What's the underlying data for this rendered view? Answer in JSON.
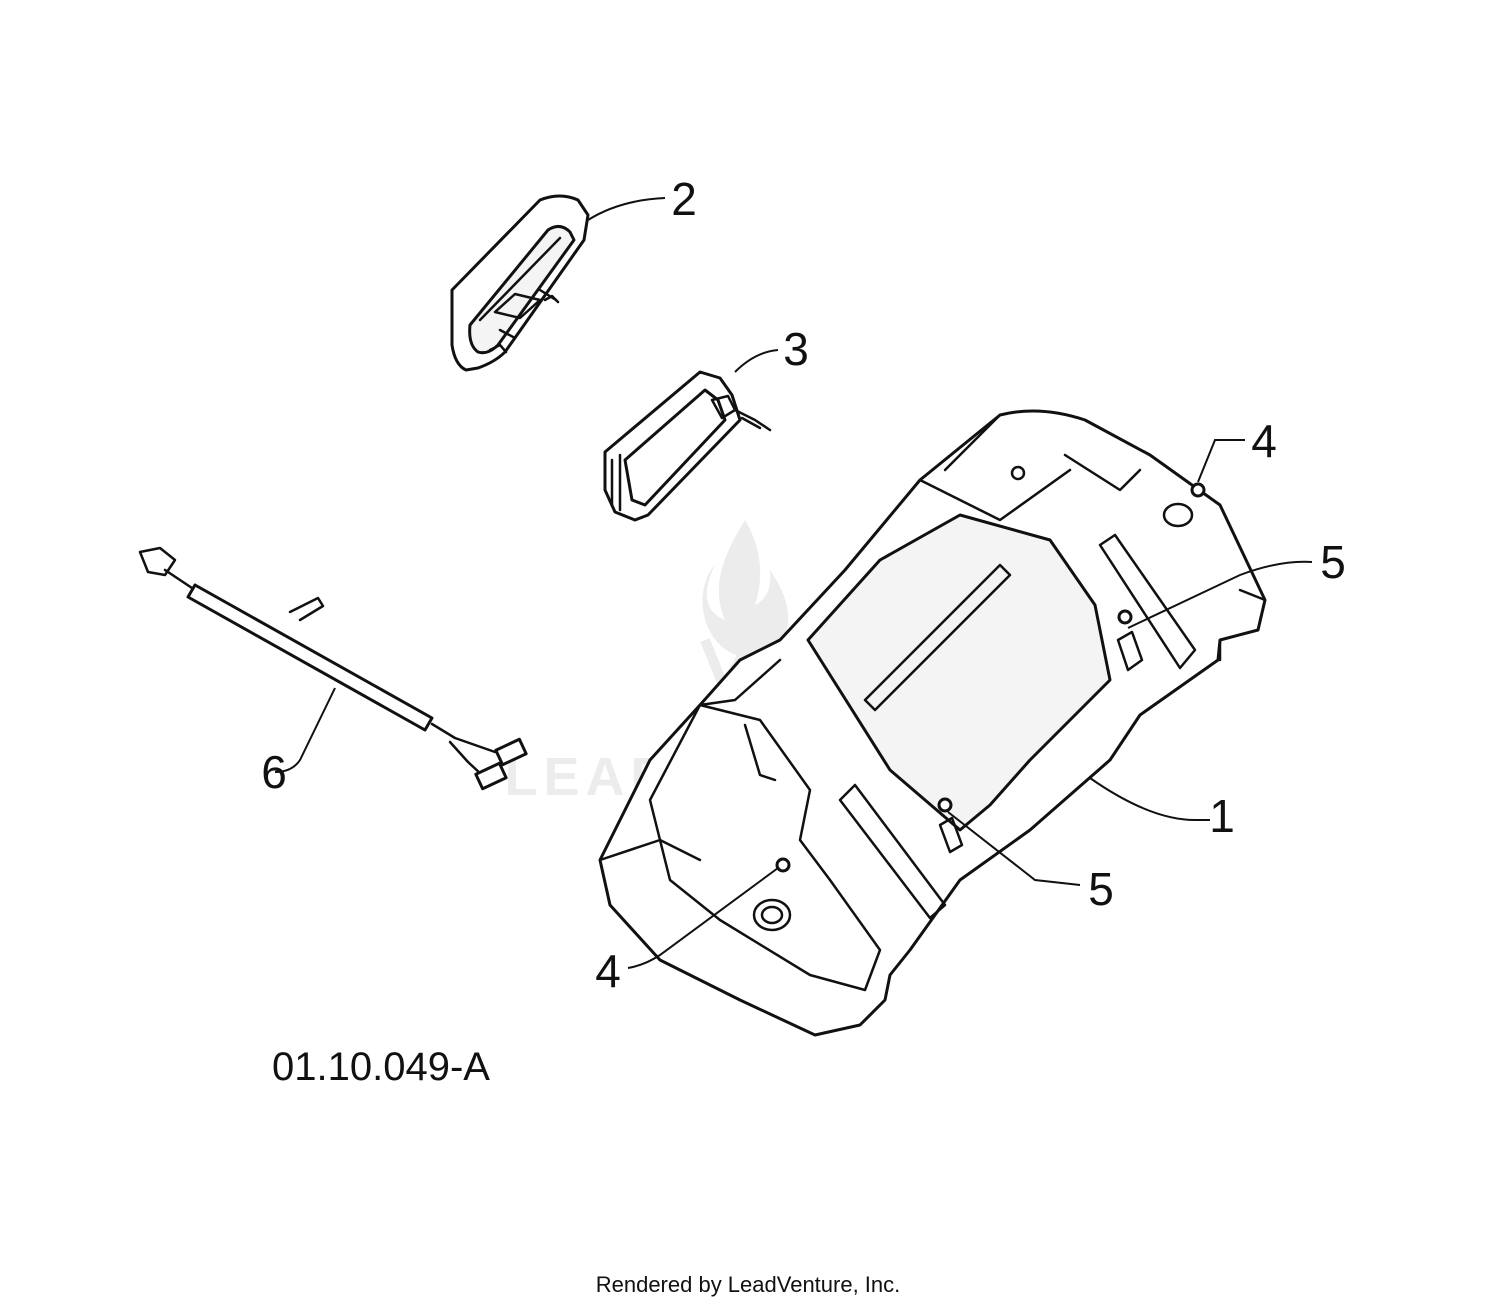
{
  "diagram": {
    "callouts": [
      {
        "id": "callout-1",
        "label": "1"
      },
      {
        "id": "callout-2",
        "label": "2"
      },
      {
        "id": "callout-3",
        "label": "3"
      },
      {
        "id": "callout-4a",
        "label": "4"
      },
      {
        "id": "callout-4b",
        "label": "4"
      },
      {
        "id": "callout-5a",
        "label": "5"
      },
      {
        "id": "callout-5b",
        "label": "5"
      },
      {
        "id": "callout-6",
        "label": "6"
      }
    ],
    "figure_id": "01.10.049-A",
    "credit": "Rendered by LeadVenture, Inc.",
    "watermark": "LEADVENTURE"
  }
}
